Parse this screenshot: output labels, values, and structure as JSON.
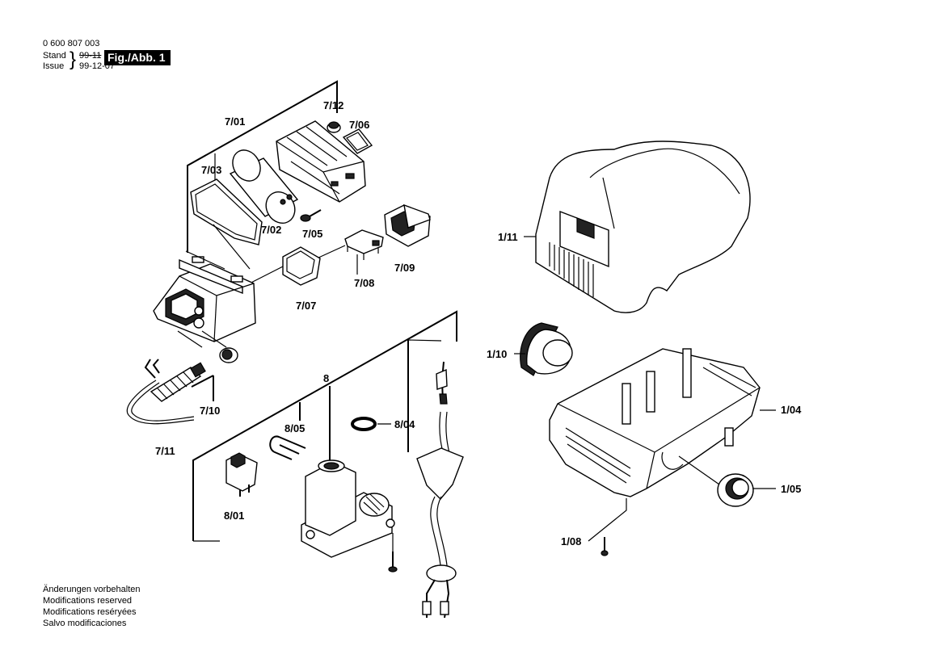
{
  "header": {
    "part_number": "0 600 807 003",
    "stand_label": "Stand",
    "issue_label": "Issue",
    "old_date": "99-11",
    "issue_date": "99-12-07",
    "figure_label": "Fig./Abb. 1"
  },
  "notes": [
    "Änderungen vorbehalten",
    "Modifications reserved",
    "Modifications reséryées",
    "Salvo modificaciones"
  ],
  "labels": {
    "l7_01": "7/01",
    "l7_12": "7/12",
    "l7_06": "7/06",
    "l7_03": "7/03",
    "l7_02": "7/02",
    "l7_05": "7/05",
    "l7_08": "7/08",
    "l7_09": "7/09",
    "l7_07": "7/07",
    "l7_10": "7/10",
    "l7_11": "7/11",
    "l8": "8",
    "l8_05": "8/05",
    "l8_04": "8/04",
    "l8_01": "8/01",
    "l1_11": "1/11",
    "l1_10": "1/10",
    "l1_04": "1/04",
    "l1_05": "1/05",
    "l1_08": "1/08"
  }
}
